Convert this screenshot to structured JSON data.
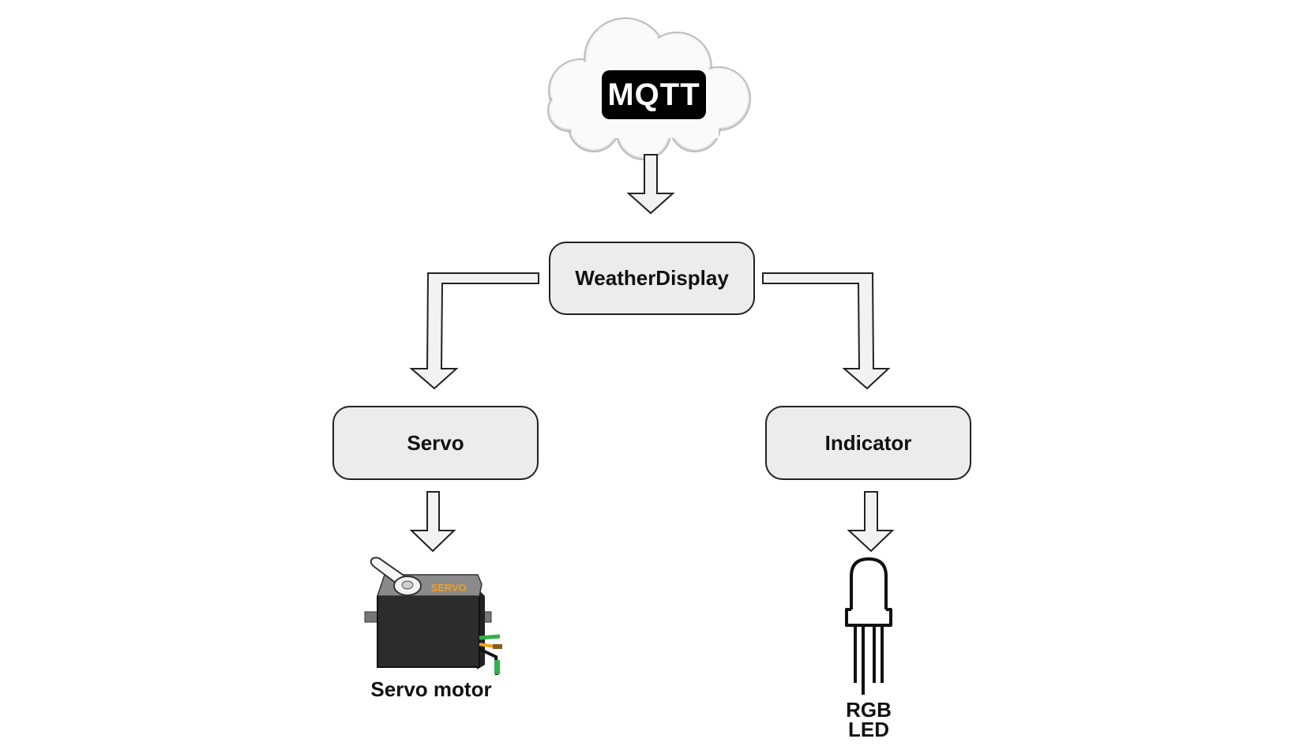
{
  "cloud": {
    "label": "MQTT"
  },
  "nodes": {
    "weatherdisplay": "WeatherDisplay",
    "servo": "Servo",
    "indicator": "Indicator"
  },
  "devices": {
    "servo_motor": {
      "caption": "Servo motor",
      "body_label": "SERVO"
    },
    "rgb_led": {
      "caption_line1": "RGB",
      "caption_line2": "LED"
    }
  },
  "colors": {
    "box_fill": "#ececec",
    "arrow_fill": "#f2f2f2",
    "stroke": "#222222",
    "servo_label": "#f0a020",
    "servo_wire_green": "#2fb24a",
    "servo_wire_orange": "#f0a020"
  }
}
